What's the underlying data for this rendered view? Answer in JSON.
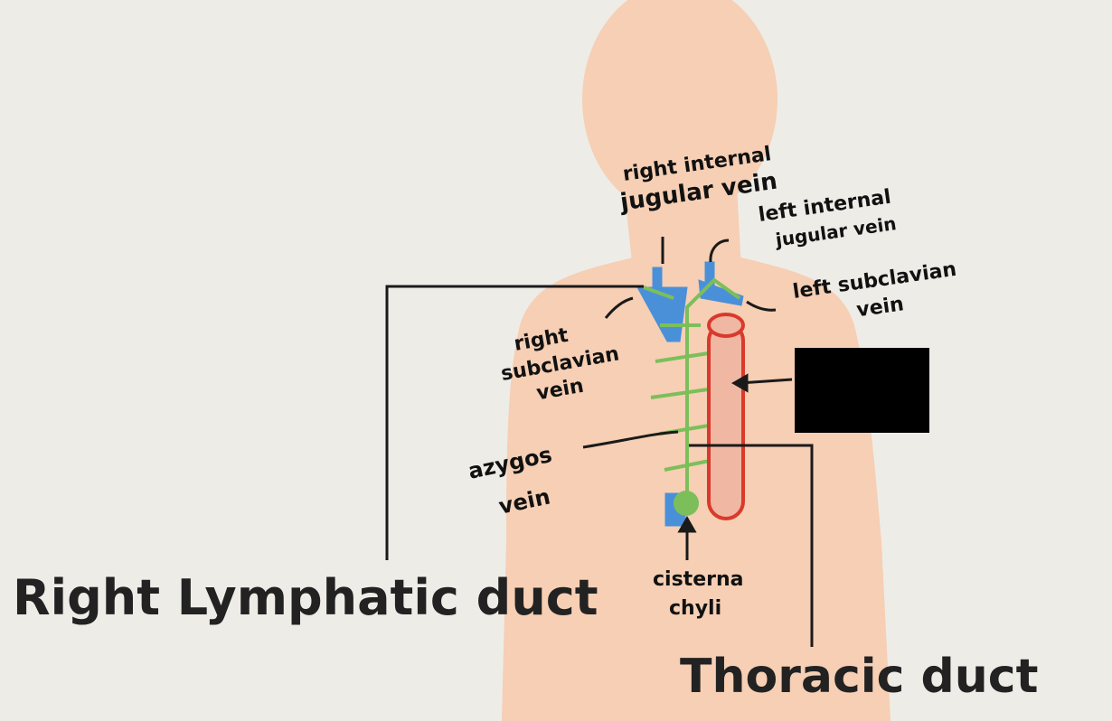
{
  "colors": {
    "background": "#eeece7",
    "skin": "#f6cfb4",
    "vein": "#4a90d9",
    "lymph": "#7cbf5a",
    "aorta": "#f0b7a3",
    "aorta_outline": "#d83a2c",
    "line": "#1a1a1a",
    "redaction": "#000000"
  },
  "labels": {
    "right_internal_jugular": [
      "right internal",
      "jugular vein"
    ],
    "left_internal_jugular": [
      "left internal",
      "jugular vein"
    ],
    "left_subclavian": [
      "left subclavian",
      "vein"
    ],
    "right_subclavian": [
      "right",
      "subclavian",
      "vein"
    ],
    "azygos": [
      "azygos",
      "vein"
    ],
    "cisterna_chyli": [
      "cisterna",
      "chyli"
    ],
    "right_lymphatic_duct": "Right Lymphatic duct",
    "thoracic_duct": "Thoracic duct"
  },
  "redacted_label": ""
}
